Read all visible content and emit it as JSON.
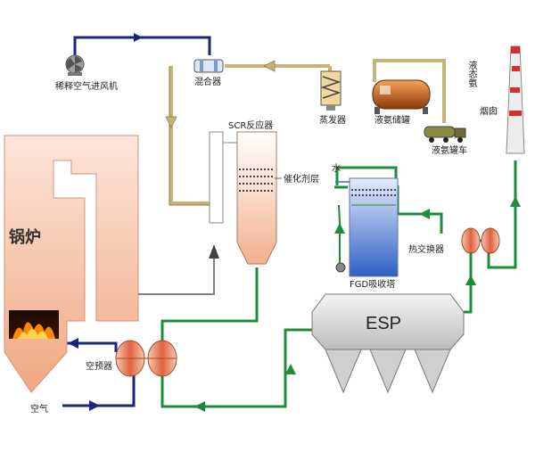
{
  "labels": {
    "dilution_fan": "稀释空气进风机",
    "mixer": "混合器",
    "evaporator": "蒸发器",
    "ammonia_tank": "液氨储罐",
    "liquid_ammonia": "液态氨",
    "tanker": "液氨罐车",
    "chimney": "烟囱",
    "scr_reactor": "SCR反应器",
    "catalyst_layer": "催化剂层",
    "boiler": "锅炉",
    "water": "水",
    "fgd_tower": "FGD吸收塔",
    "heat_exchanger": "热交换器",
    "air_preheater": "空预器",
    "esp": "ESP",
    "air": "空气"
  },
  "colors": {
    "flue_gas": "#1e8c3a",
    "air_line": "#1a237e",
    "ammonia_line": "#c8b27a",
    "boiler_fill": "#f6c7b0",
    "fgd_blue": "#3b6fd1",
    "esp_gray": "#c8c8c8"
  }
}
